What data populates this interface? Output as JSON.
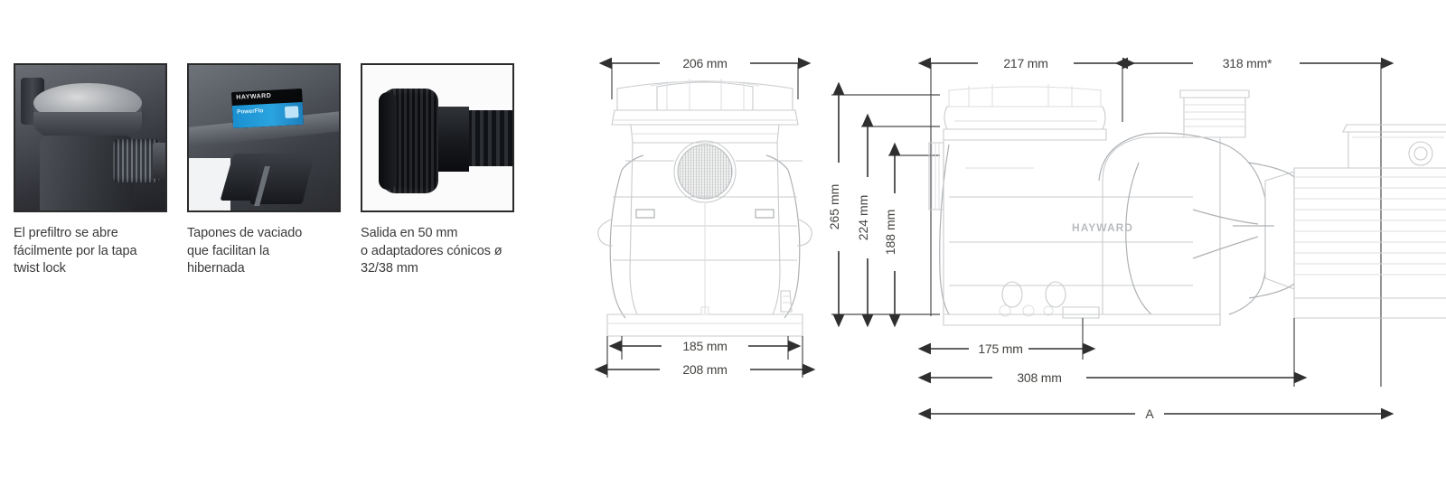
{
  "features": [
    {
      "id": "prefilter",
      "photo_name": "prefilter-lid-photo",
      "caption": "El prefiltro se abre\nfácilmente por la tapa\ntwist lock"
    },
    {
      "id": "drain-plugs",
      "photo_name": "drain-plugs-photo",
      "caption": "Tapones de vaciado\nque facilitan la\nhibernada",
      "label_brand": "HAYWARD",
      "label_model": "PowerFlo"
    },
    {
      "id": "outlet-adapter",
      "photo_name": "hose-adapter-photo",
      "caption": "Salida en 50 mm\no adaptadores cónicos ø\n32/38 mm"
    }
  ],
  "drawings": {
    "front_view": {
      "name": "front-elevation",
      "dimensions": {
        "top_width": "206 mm",
        "base_inner_width": "185 mm",
        "base_outer_width": "208 mm"
      }
    },
    "side_view": {
      "name": "side-elevation",
      "brand_text": "HAYWARD",
      "dimensions": {
        "height_total": "265 mm",
        "height_mid": "224 mm",
        "height_low": "188 mm",
        "top_front": "217 mm",
        "top_rear": "318 mm*",
        "bottom_foot": "175 mm",
        "bottom_body": "308 mm",
        "overall_label": "A"
      }
    }
  },
  "colors": {
    "caption_text": "#3a3a3a",
    "dimension_text": "#44423f",
    "dimension_line": "#2f2f2f",
    "part_outline": "#c9cbcd",
    "label_blue": "#1a8fd0",
    "page_background": "#ffffff"
  }
}
